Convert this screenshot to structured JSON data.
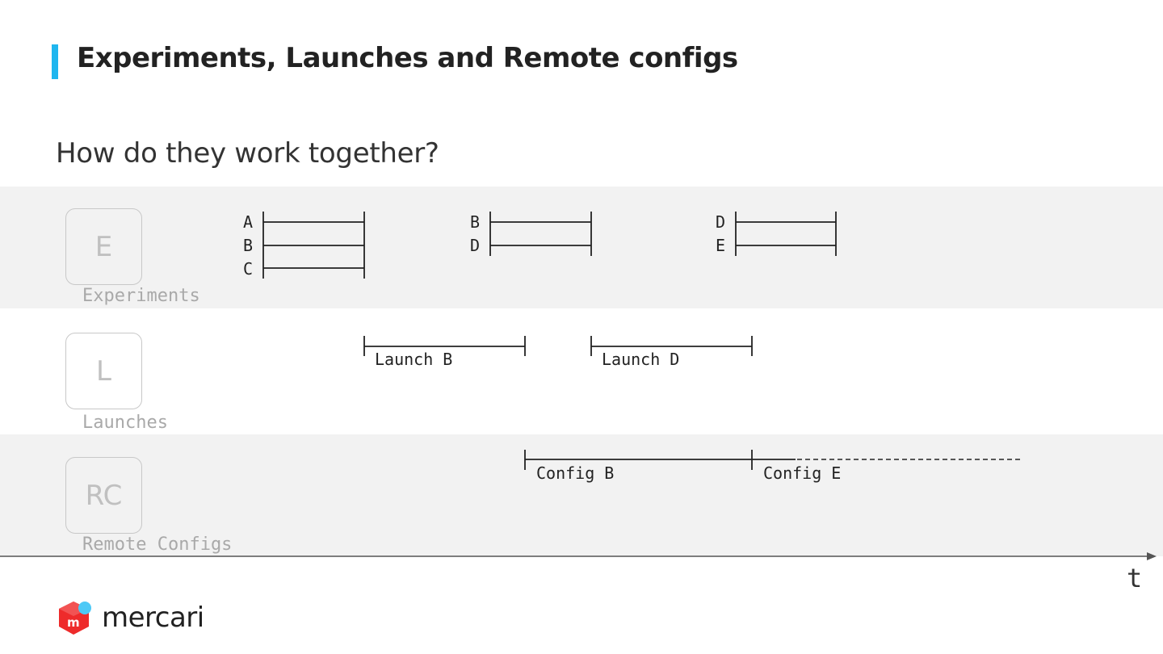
{
  "header": {
    "title": "Experiments, Launches and Remote configs",
    "subtitle": "How do they work together?"
  },
  "rows": [
    {
      "icon_letter": "E",
      "label": "Experiments"
    },
    {
      "icon_letter": "L",
      "label": "Launches"
    },
    {
      "icon_letter": "RC",
      "label": "Remote Configs"
    }
  ],
  "experiment_groups": [
    {
      "letters": [
        "A",
        "B",
        "C"
      ]
    },
    {
      "letters": [
        "B",
        "D"
      ]
    },
    {
      "letters": [
        "D",
        "E"
      ]
    }
  ],
  "launches": [
    "Launch B",
    "Launch D"
  ],
  "configs": [
    "Config B",
    "Config E"
  ],
  "axis": {
    "label": "t"
  },
  "brand": {
    "name": "mercari",
    "accent": "#1fb6ef",
    "logo_red": "#ee2b2b",
    "logo_blue": "#4dc9f6"
  }
}
